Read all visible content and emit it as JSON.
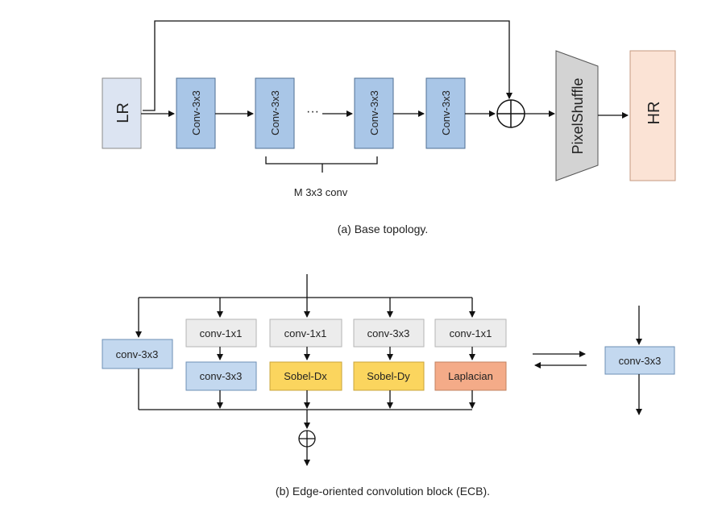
{
  "part_a": {
    "lr": "LR",
    "hr": "HR",
    "pixelshuffle": "PixelShuffle",
    "conv_blocks": [
      "Conv-3x3",
      "Conv-3x3",
      "Conv-3x3",
      "Conv-3x3"
    ],
    "ellipsis": "···",
    "brace_label": "M 3x3 conv",
    "caption": "(a) Base topology.",
    "colors": {
      "lr": "#dce4f2",
      "conv": "#a9c6e7",
      "pixelshuffle": "#d3d3d3",
      "hr": "#fbe3d5"
    }
  },
  "part_b": {
    "left_conv": "conv-3x3",
    "top_row": [
      "conv-1x1",
      "conv-1x1",
      "conv-3x3",
      "conv-1x1"
    ],
    "bottom_row": [
      "conv-3x3",
      "Sobel-Dx",
      "Sobel-Dy",
      "Laplacian"
    ],
    "right_conv": "conv-3x3",
    "caption": "(b) Edge-oriented convolution block (ECB).",
    "colors": {
      "gray": "#ececec",
      "blue": "#c3d8ef",
      "yellow": "#fbd55e",
      "orange": "#f4ab88"
    }
  }
}
